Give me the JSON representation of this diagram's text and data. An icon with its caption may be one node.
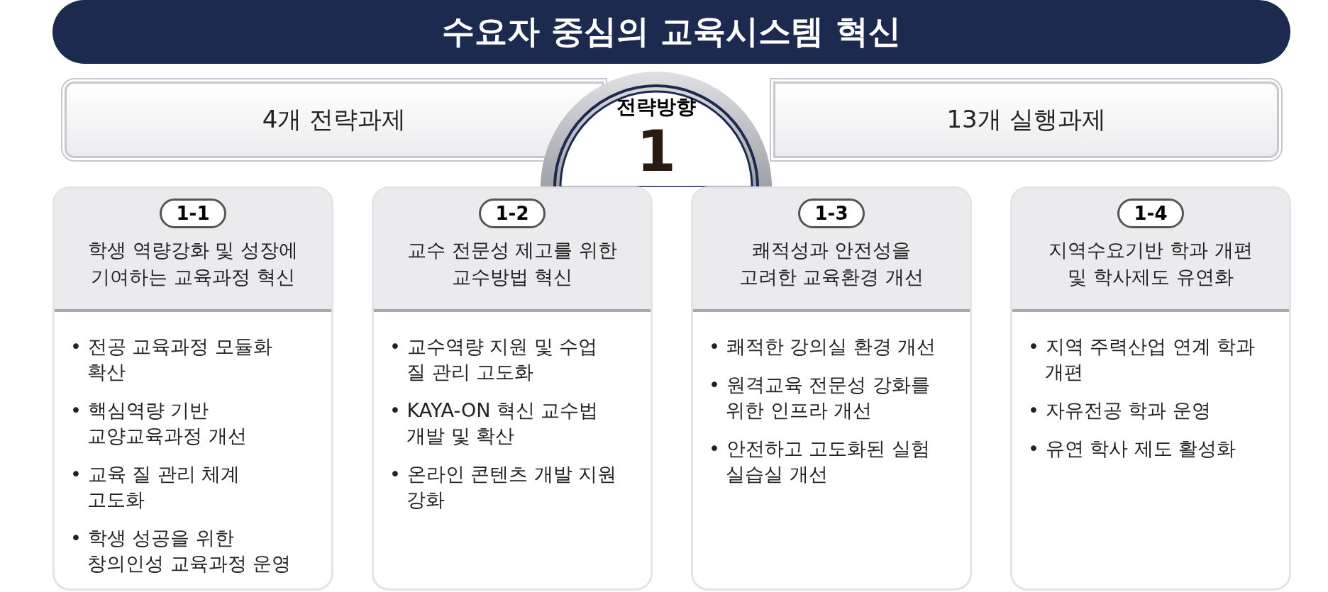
{
  "diagram": {
    "title": "수요자 중심의 교육시스템 혁신",
    "nodes": [
      {
        "text": [
          "4개 전략과제"
        ]
      },
      {
        "text": [
          "13개 실행과제"
        ]
      },
      {
        "text": [
          "전략방향",
          "1"
        ]
      },
      {
        "text": [
          "1-1",
          "학생 역량강화 및 성장에 기여하는 교육과정 혁신",
          "• 전공 교육과정 모듈화 확산",
          "• 핵심역량 기반 교양교육과정 개선",
          "• 교육 질 관리 체계 고도화",
          "• 학생 성공을 위한 창의인성 교육과정 운영"
        ]
      },
      {
        "text": [
          "1-2",
          "교수 전문성 제고를 위한 교수방법 혁신",
          "• 교수역량 지원 및 수업 질 관리 고도화",
          "• KAYA-ON 혁신 교수법 개발 및 확산",
          "• 온라인 콘텐츠 개발 지원 강화"
        ]
      },
      {
        "text": [
          "1-3",
          "쾌적성과 안전성을 고려한 교육환경 개선",
          "• 쾌적한 강의실 환경 개선",
          "• 원격교육 전문성 강화를 위한 인프라 개선",
          "• 안전하고 고도화된 실험 실습실 개선"
        ]
      },
      {
        "text": [
          "1-4",
          "지역수요기반 학과 개편 및 학사제도 유연화",
          "• 지역 주력산업 연계 학과 개편",
          "• 자유전공 학과 운영",
          "• 유연 학사 제도 활성화"
        ]
      }
    ]
  }
}
